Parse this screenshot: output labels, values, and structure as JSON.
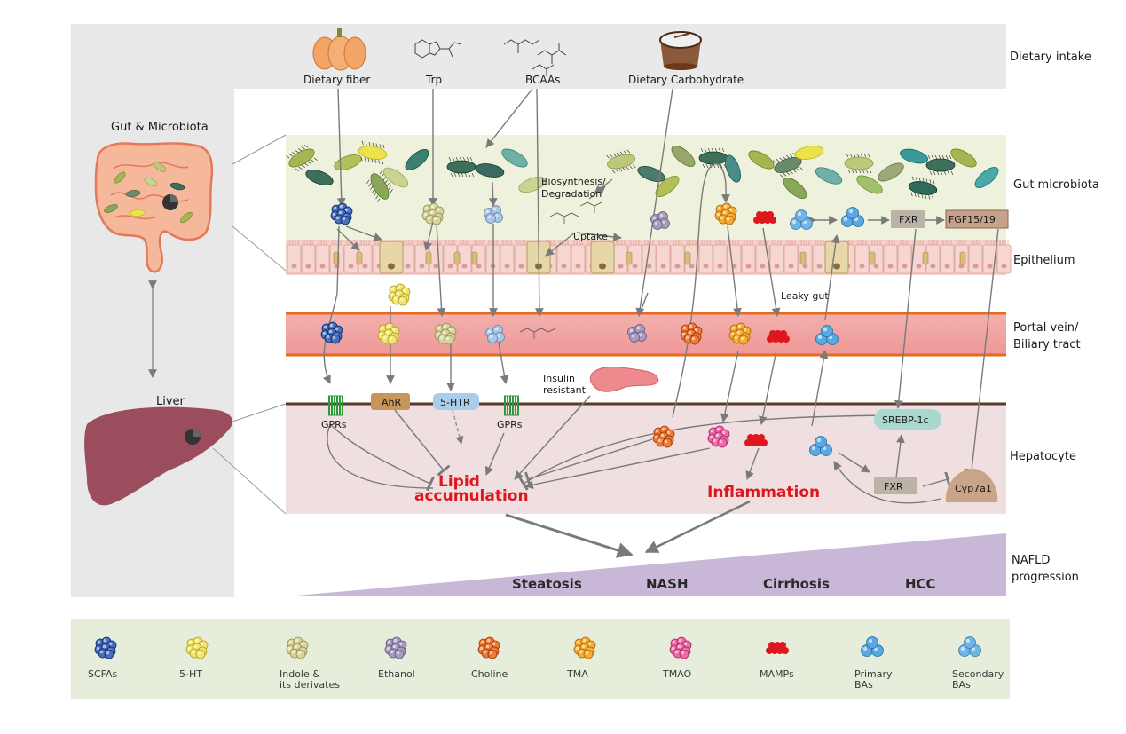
{
  "dietary": {
    "fiber": "Dietary fiber",
    "trp": "Trp",
    "bcaas": "BCAAs",
    "carb": "Dietary Carbohydrate"
  },
  "regions": {
    "dietary_intake": "Dietary intake",
    "gut_microbiota": "Gut microbiota",
    "epithelium": "Epithelium",
    "portal_line1": "Portal vein/",
    "portal_line2": "Biliary tract",
    "hepatocyte": "Hepatocyte",
    "nafld_line1": "NAFLD",
    "nafld_line2": "progression"
  },
  "organs": {
    "gut": "Gut & Microbiota",
    "liver": "Liver"
  },
  "annotations": {
    "biosynthesis_line1": "Biosynthesis/",
    "biosynthesis_line2": "Degradation",
    "uptake": "Uptake",
    "leaky_gut": "Leaky gut",
    "insulin_line1": "Insulin",
    "insulin_line2": "resistant"
  },
  "receptors": {
    "gprs_left": "GPRs",
    "ahr": "AhR",
    "htr": "5-HTR",
    "gprs_right": "GPRs",
    "fxr_gut": "FXR",
    "fgf": "FGF15/19",
    "srebp": "SREBP-1c",
    "fxr_liver": "FXR",
    "cyp": "Cyp7a1"
  },
  "outcomes": {
    "lipid_line1": "Lipid",
    "lipid_line2": "accumulation",
    "inflammation": "Inflammation"
  },
  "stages": [
    "Steatosis",
    "NASH",
    "Cirrhosis",
    "HCC"
  ],
  "legend": [
    {
      "line1": "SCFAs",
      "line2": "",
      "color": "#4a6fb8"
    },
    {
      "line1": "5-HT",
      "line2": "",
      "color": "#f3e46a"
    },
    {
      "line1": "Indole &",
      "line2": "its derivates",
      "color": "#d8d39a"
    },
    {
      "line1": "Ethanol",
      "line2": "",
      "color": "#a79bbf"
    },
    {
      "line1": "Choline",
      "line2": "",
      "color": "#ee7a3a"
    },
    {
      "line1": "TMA",
      "line2": "",
      "color": "#f6ac33"
    },
    {
      "line1": "TMAO",
      "line2": "",
      "color": "#ee6aa8"
    },
    {
      "line1": "MAMPs",
      "line2": "",
      "color": "#e0161f"
    },
    {
      "line1": "Primary",
      "line2": "BAs",
      "color": "#5aa8e0"
    },
    {
      "line1": "Secondary",
      "line2": "BAs",
      "color": "#6fb4e6"
    }
  ],
  "colors": {
    "portal": "#f0a3a3",
    "portal_border": "#e86a1e",
    "hepatocyte": "#efdfe0",
    "gut_band": "#eef2dc",
    "nafld_wedge": "#c9b7d8",
    "outcome_red": "#e0161f",
    "liver": "#9b4d5d"
  }
}
